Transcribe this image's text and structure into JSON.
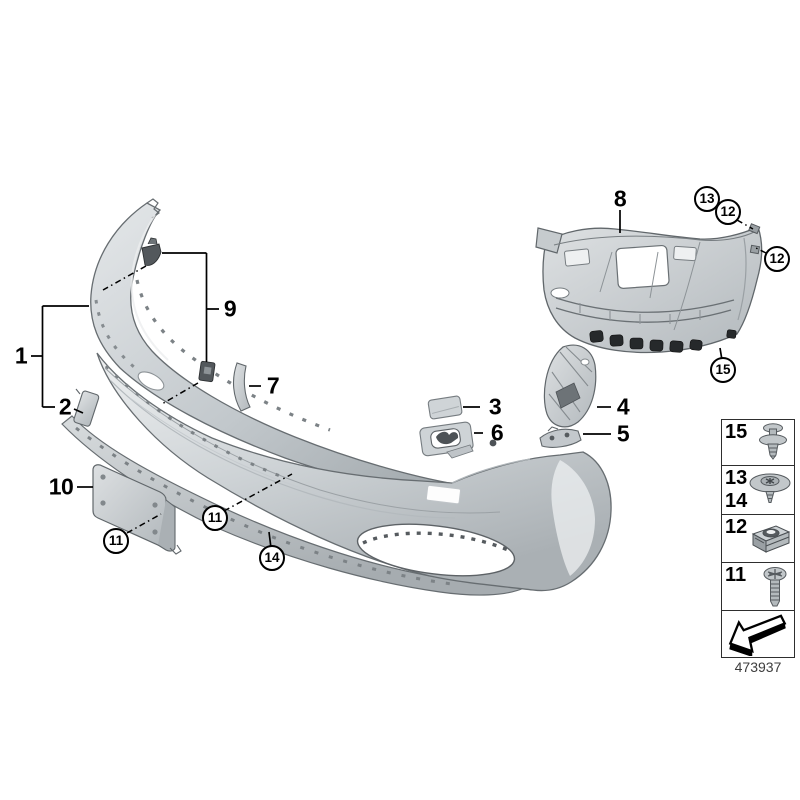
{
  "figure": {
    "type": "exploded-parts-diagram",
    "subject": "front-bumper-trim-mounting-parts",
    "part_number": "473937",
    "background_color": "#ffffff",
    "line_color": "#000000",
    "part_fill_color": "#c9ced2",
    "callouts": {
      "plain": [
        "1",
        "2",
        "3",
        "4",
        "5",
        "6",
        "7",
        "8",
        "9",
        "10"
      ],
      "circled": [
        "11",
        "11",
        "12",
        "12",
        "13",
        "14",
        "15"
      ]
    },
    "legend": {
      "rows": [
        {
          "labels": [
            "15"
          ],
          "icon": "expanding-rivet-icon"
        },
        {
          "labels": [
            "13",
            "14"
          ],
          "icon": "washer-screw-icon"
        },
        {
          "labels": [
            "12"
          ],
          "icon": "cage-nut-icon"
        },
        {
          "labels": [
            "11"
          ],
          "icon": "phillips-screw-icon"
        },
        {
          "labels": [],
          "icon": "direction-arrow-icon"
        }
      ]
    }
  }
}
